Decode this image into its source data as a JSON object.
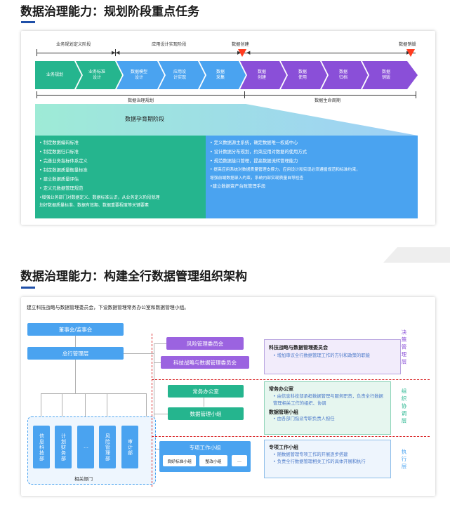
{
  "section1": {
    "title": "数据治理能力：规划阶段重点任务",
    "top_labels": {
      "phase1": "业务规划定义阶段",
      "phase2": "应用设计实现阶段",
      "create": "数据创建",
      "destroy": "数据销毁"
    },
    "chevrons": [
      {
        "label": "业务规划",
        "color": "#25b58e"
      },
      {
        "label": "业务标准\n设计",
        "color": "#25b58e"
      },
      {
        "label": "数据模型\n设计",
        "color": "#4aa3f0"
      },
      {
        "label": "应用设\n计实现",
        "color": "#4aa3f0"
      },
      {
        "label": "数据\n采集",
        "color": "#4aa3f0"
      },
      {
        "label": "数据\n创建",
        "color": "#8a4fd8"
      },
      {
        "label": "数据\n使用",
        "color": "#8a4fd8"
      },
      {
        "label": "数据\n归档",
        "color": "#8a4fd8"
      },
      {
        "label": "数据\n销毁",
        "color": "#8a4fd8"
      }
    ],
    "bottom_labels": {
      "governance": "数据治理规划",
      "lifecycle": "数据生命周期"
    },
    "incubation_title": "数据孕育期阶段",
    "left_items": [
      "• 制定数据编码标准",
      "• 制定数据归口标准",
      "• 完善业务指标体系定义",
      "• 制定数据质量衡量标准",
      "• 建立数据质量评估",
      "• 定义元数据管理规范",
      "•增强业务部门对数据定义、数据标准认识，从业务定义阶段就理",
      "  划好数据质量标准、数据有效期、数据重要程度等关键要素"
    ],
    "right_items": [
      "• 定义数据源主系统，确定数据唯一权威中心",
      "• 设计数据分布规划，约束应用对数据的使用方式",
      "• 规范数据接口管理，提高数据流转管理能力",
      "• 提高应用系统对数据质量管理支撑力，应用设计和实现必须遵循规范和标准约束，",
      "  增强前端数据录入约束，系统内部实现质量自导检查",
      "•建立数据资产台账管理手段"
    ],
    "colors": {
      "green": "#25b58e",
      "blue": "#4aa3f0",
      "purple": "#8a4fd8",
      "red": "#ff3b1f"
    }
  },
  "section2": {
    "title": "数据治理能力：构建全行数据管理组织架构",
    "intro": "建立科技战略与数据管理委员会，下设数据管理常务办公室和数据管理小组。",
    "left_boxes": {
      "board": "董事会/监事会",
      "head_office": "总行管理层"
    },
    "departments": [
      "信息科技部",
      "计划财务部",
      "…",
      "风险管理部",
      "审计部"
    ],
    "dept_group_label": "相关部门",
    "mid_boxes": {
      "risk": "风险管理委员会",
      "strategy": "科技战略与数据管理委员会",
      "office": "常务办公室",
      "group": "数据管理小组",
      "special": "专项工作小组",
      "sub1": "良好标准小组",
      "sub2": "整改小组",
      "sub3": "…"
    },
    "desc": {
      "strategy_title": "科技战略与数据管理委员会",
      "strategy_lines": [
        "• 增加审议全行数据管理工作的方针和政策的职能"
      ],
      "office_title": "常务办公室",
      "office_lines": [
        "• 由信息科技部承担数据管理与服务职责，负责全行数据管理相关工作的组织、协调"
      ],
      "group_title": "数据管理小组",
      "group_lines": [
        "• 由各部门指派专职负责人担任"
      ],
      "special_title": "专项工作小组",
      "special_lines": [
        "• 随数据管理专项工作的开展逐步搭建",
        "• 负责全行数据管理相关工作的具体开展和执行"
      ]
    },
    "layers": {
      "decision": "决策管理层",
      "coord": "组织协调层",
      "exec": "执行层"
    },
    "colors": {
      "blue_box": "#4aa3f0",
      "purple_box": "#9b63e0",
      "teal_box": "#25b58e",
      "layer_purple": "#8a4fd8",
      "layer_green": "#25b58e"
    }
  }
}
